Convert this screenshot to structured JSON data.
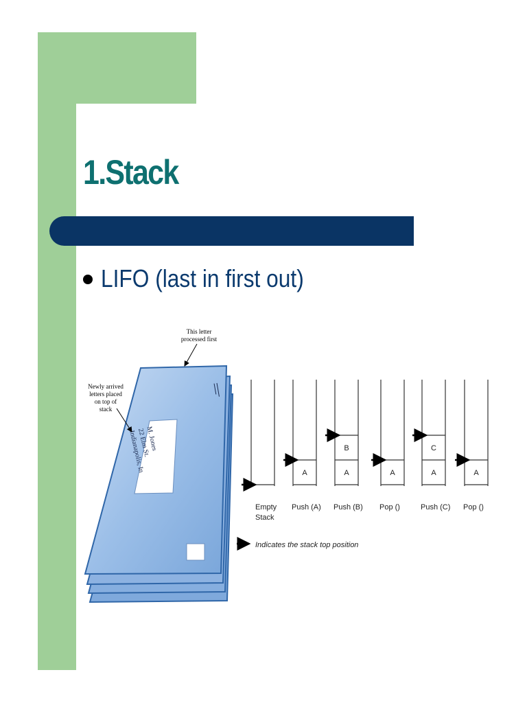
{
  "slide": {
    "title": "1.Stack",
    "bullet": "LIFO (last in first out)"
  },
  "figure": {
    "letters": {
      "callout_top": [
        "This letter",
        "processed first"
      ],
      "callout_side": [
        "Newly arrived",
        "letters placed",
        "on top of",
        "stack"
      ],
      "address_lines": [
        "M. Jones",
        "22 Elm St.",
        "Indianapolis, In"
      ]
    },
    "stack_diagram": {
      "steps": [
        {
          "label": "Empty\nStack",
          "label_lines": [
            "Empty",
            "Stack"
          ],
          "cells": []
        },
        {
          "label": "Push (A)",
          "label_lines": [
            "Push (A)"
          ],
          "cells": [
            "A"
          ]
        },
        {
          "label": "Push (B)",
          "label_lines": [
            "Push (B)"
          ],
          "cells": [
            "A",
            "B"
          ]
        },
        {
          "label": "Pop ()",
          "label_lines": [
            "Pop ()"
          ],
          "cells": [
            "A"
          ]
        },
        {
          "label": "Push (C)",
          "label_lines": [
            "Push (C)"
          ],
          "cells": [
            "A",
            "C"
          ]
        },
        {
          "label": "Pop ()",
          "label_lines": [
            "Pop ()"
          ],
          "cells": [
            "A"
          ]
        }
      ],
      "legend": "Indicates the stack top position"
    }
  },
  "colors": {
    "green": "#9fcf98",
    "navy": "#0a3464",
    "title": "#0e7070",
    "envelope": "#8db5e2"
  }
}
